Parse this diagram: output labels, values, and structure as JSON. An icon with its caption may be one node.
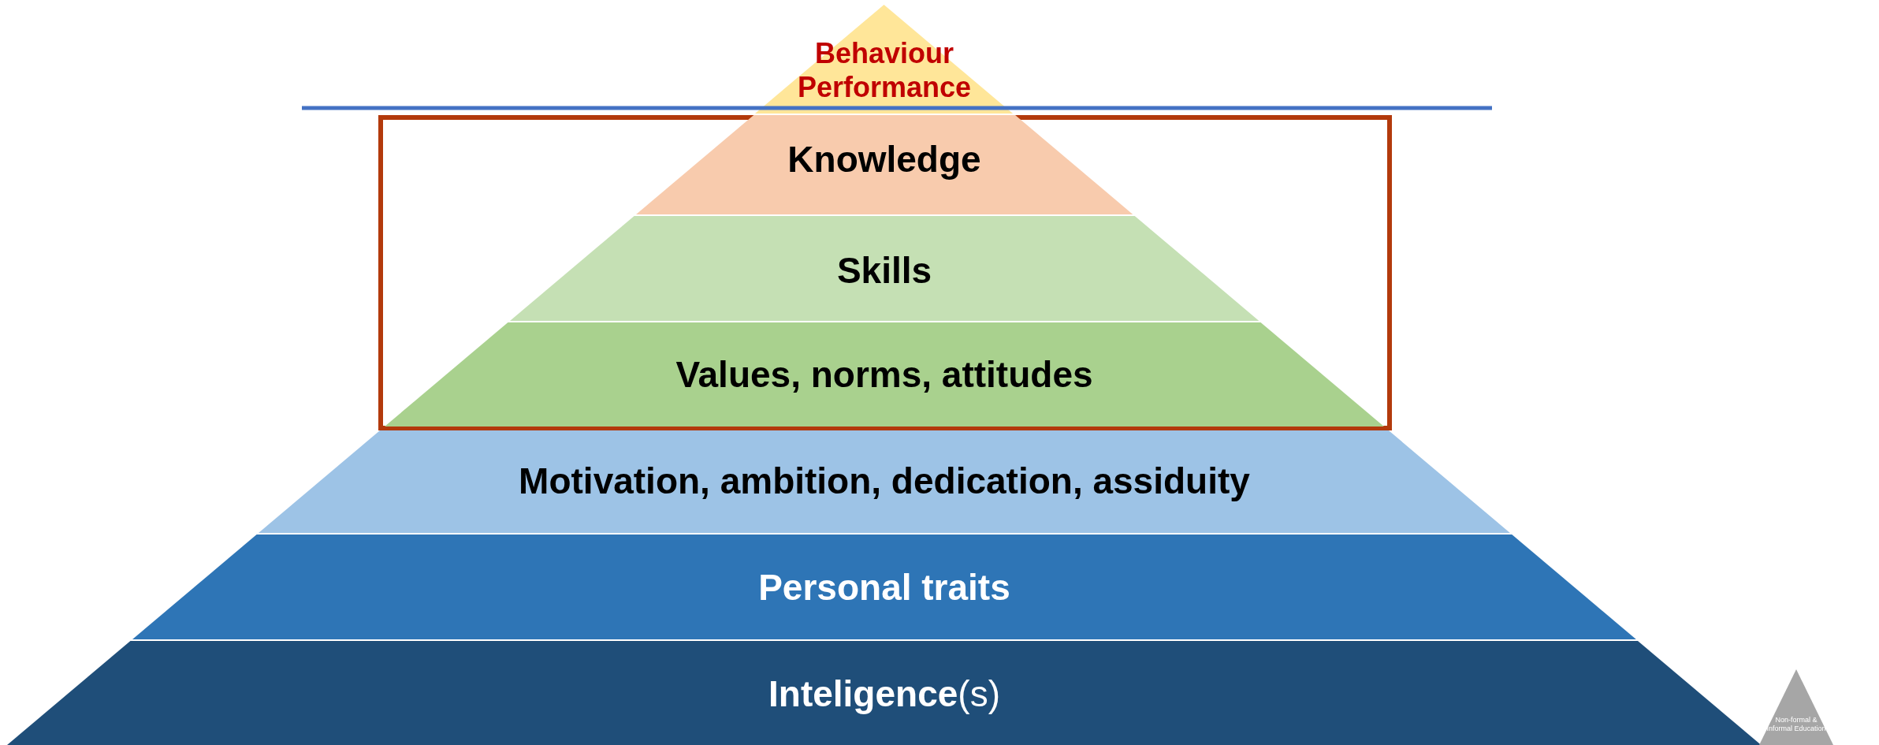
{
  "diagram": {
    "nodes": [
      {
        "text": [
          "Behaviour Performance"
        ]
      },
      {
        "text": [],
        "shape": "box"
      },
      {
        "text": [
          "Knowledge"
        ],
        "in": 1
      },
      {
        "text": [
          "Skills"
        ],
        "in": 1
      },
      {
        "text": [
          "Values, norms, attitudes"
        ],
        "in": 1
      },
      {
        "text": [
          "Motivation, ambition, dedication, assiduity"
        ]
      },
      {
        "text": [
          "Personal traits"
        ]
      },
      {
        "text": [
          "**Inteligence**(s)"
        ]
      },
      {
        "text": [
          "Non-formal & Informal Education"
        ]
      }
    ]
  }
}
